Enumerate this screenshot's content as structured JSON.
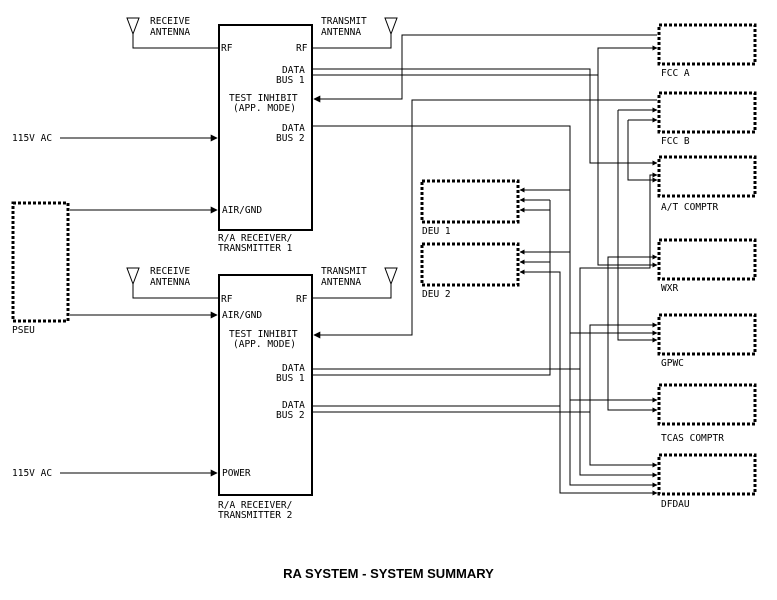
{
  "title": "RA SYSTEM - SYSTEM SUMMARY",
  "rt1": {
    "name1": "R/A RECEIVER/",
    "name2": "TRANSMITTER 1",
    "port_rf_left": "RF",
    "port_rf_right": "RF",
    "port_data_bus_1a": "DATA",
    "port_data_bus_1b": "BUS 1",
    "port_test1": "TEST INHIBIT",
    "port_test2": "(APP. MODE)",
    "port_data_bus_2a": "DATA",
    "port_data_bus_2b": "BUS 2",
    "port_air_gnd": "AIR/GND"
  },
  "rt2": {
    "name1": "R/A RECEIVER/",
    "name2": "TRANSMITTER 2",
    "port_rf_left": "RF",
    "port_rf_right": "RF",
    "port_air_gnd": "AIR/GND",
    "port_test1": "TEST INHIBIT",
    "port_test2": "(APP. MODE)",
    "port_data_bus_1a": "DATA",
    "port_data_bus_1b": "BUS 1",
    "port_data_bus_2a": "DATA",
    "port_data_bus_2b": "BUS 2",
    "port_power": "POWER"
  },
  "antennas": {
    "receive1": "RECEIVE",
    "receive2": "ANTENNA",
    "transmit1": "TRANSMIT",
    "transmit2": "ANTENNA"
  },
  "power_label": "115V AC",
  "pseu": "PSEU",
  "deu1": "DEU 1",
  "deu2": "DEU 2",
  "right_units": [
    "FCC A",
    "FCC B",
    "A/T COMPTR",
    "WXR",
    "GPWC",
    "TCAS COMPTR",
    "DFDAU"
  ]
}
